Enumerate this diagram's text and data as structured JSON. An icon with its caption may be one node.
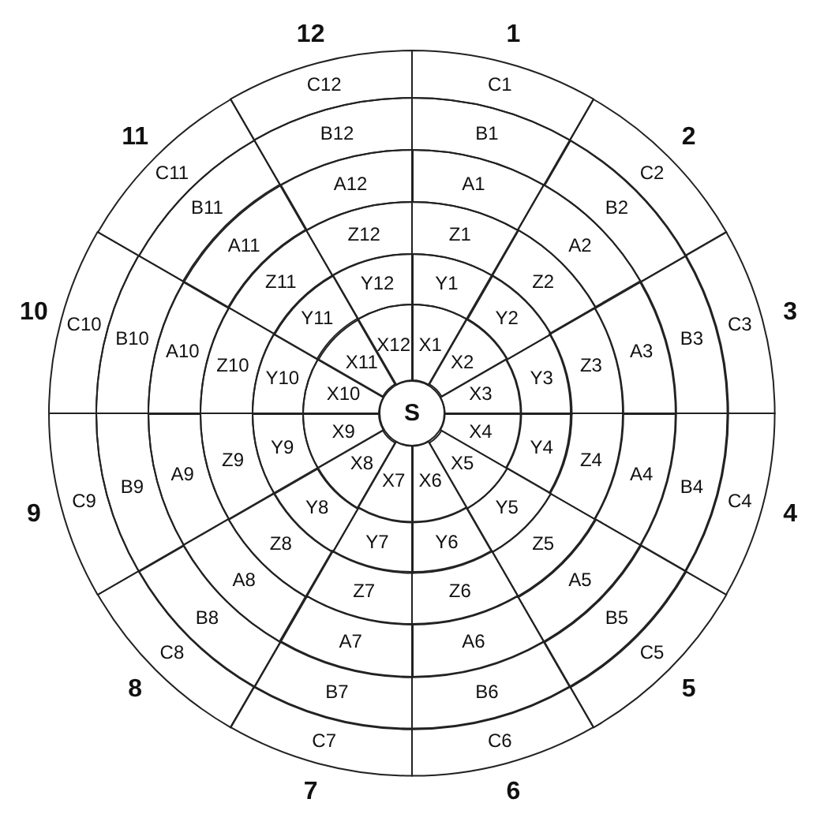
{
  "diagram": {
    "nodes": [
      {
        "text": [
          "S"
        ]
      },
      {
        "text": [
          "X1"
        ]
      },
      {
        "text": [
          "X2"
        ]
      },
      {
        "text": [
          "X3"
        ]
      },
      {
        "text": [
          "X4"
        ]
      },
      {
        "text": [
          "X5"
        ]
      },
      {
        "text": [
          "X6"
        ]
      },
      {
        "text": [
          "X7"
        ]
      },
      {
        "text": [
          "X8"
        ]
      },
      {
        "text": [
          "X9"
        ]
      },
      {
        "text": [
          "X10"
        ]
      },
      {
        "text": [
          "X11"
        ]
      },
      {
        "text": [
          "X12"
        ]
      },
      {
        "text": [
          "Y1"
        ]
      },
      {
        "text": [
          "Y2"
        ]
      },
      {
        "text": [
          "Y3"
        ]
      },
      {
        "text": [
          "Y4"
        ]
      },
      {
        "text": [
          "Y5"
        ]
      },
      {
        "text": [
          "Y6"
        ]
      },
      {
        "text": [
          "Y7"
        ]
      },
      {
        "text": [
          "Y8"
        ]
      },
      {
        "text": [
          "Y9"
        ]
      },
      {
        "text": [
          "Y10"
        ]
      },
      {
        "text": [
          "Y11"
        ]
      },
      {
        "text": [
          "Y12"
        ]
      },
      {
        "text": [
          "Z1"
        ]
      },
      {
        "text": [
          "Z2"
        ]
      },
      {
        "text": [
          "Z3"
        ]
      },
      {
        "text": [
          "Z4"
        ]
      },
      {
        "text": [
          "Z5"
        ]
      },
      {
        "text": [
          "Z6"
        ]
      },
      {
        "text": [
          "Z7"
        ]
      },
      {
        "text": [
          "Z8"
        ]
      },
      {
        "text": [
          "Z9"
        ]
      },
      {
        "text": [
          "Z10"
        ]
      },
      {
        "text": [
          "Z11"
        ]
      },
      {
        "text": [
          "Z12"
        ]
      },
      {
        "text": [
          "A1"
        ]
      },
      {
        "text": [
          "A2"
        ]
      },
      {
        "text": [
          "A3"
        ]
      },
      {
        "text": [
          "A4"
        ]
      },
      {
        "text": [
          "A5"
        ]
      },
      {
        "text": [
          "A6"
        ]
      },
      {
        "text": [
          "A7"
        ]
      },
      {
        "text": [
          "A8"
        ]
      },
      {
        "text": [
          "A9"
        ]
      },
      {
        "text": [
          "A10"
        ]
      },
      {
        "text": [
          "A11"
        ]
      },
      {
        "text": [
          "A12"
        ]
      },
      {
        "text": [
          "B1"
        ]
      },
      {
        "text": [
          "B2"
        ]
      },
      {
        "text": [
          "B3"
        ]
      },
      {
        "text": [
          "B4"
        ]
      },
      {
        "text": [
          "B5"
        ]
      },
      {
        "text": [
          "B6"
        ]
      },
      {
        "text": [
          "B7"
        ]
      },
      {
        "text": [
          "B8"
        ]
      },
      {
        "text": [
          "B9"
        ]
      },
      {
        "text": [
          "B10"
        ]
      },
      {
        "text": [
          "B11"
        ]
      },
      {
        "text": [
          "B12"
        ]
      },
      {
        "text": [
          "C1"
        ]
      },
      {
        "text": [
          "C2"
        ]
      },
      {
        "text": [
          "C3"
        ]
      },
      {
        "text": [
          "C4"
        ]
      },
      {
        "text": [
          "C5"
        ]
      },
      {
        "text": [
          "C6"
        ]
      },
      {
        "text": [
          "C7"
        ]
      },
      {
        "text": [
          "C8"
        ]
      },
      {
        "text": [
          "C9"
        ]
      },
      {
        "text": [
          "C10"
        ]
      },
      {
        "text": [
          "C11"
        ]
      },
      {
        "text": [
          "C12"
        ]
      }
    ],
    "labels": [
      "1",
      "2",
      "3",
      "4",
      "5",
      "6",
      "7",
      "8",
      "9",
      "10",
      "11",
      "12"
    ]
  }
}
